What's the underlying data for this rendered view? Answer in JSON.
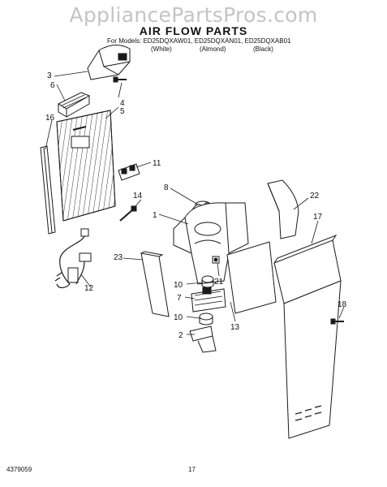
{
  "watermark": "AppliancePartsPros.com",
  "title": "AIR FLOW PARTS",
  "models_line": "For Models: ED25DQXAW01, ED25DQXAN01, ED25DQXAB01",
  "variants": [
    "(White)",
    "(Almond)",
    "(Black)"
  ],
  "callouts": [
    "1",
    "2",
    "3",
    "4",
    "5",
    "6",
    "7",
    "8",
    "10",
    "10",
    "11",
    "12",
    "13",
    "14",
    "16",
    "17",
    "18",
    "21",
    "22",
    "23"
  ],
  "footer": {
    "doc_number": "4379059",
    "page": "17"
  },
  "colors": {
    "line": "#1a1a1a",
    "watermark": "#c4c4c4"
  }
}
